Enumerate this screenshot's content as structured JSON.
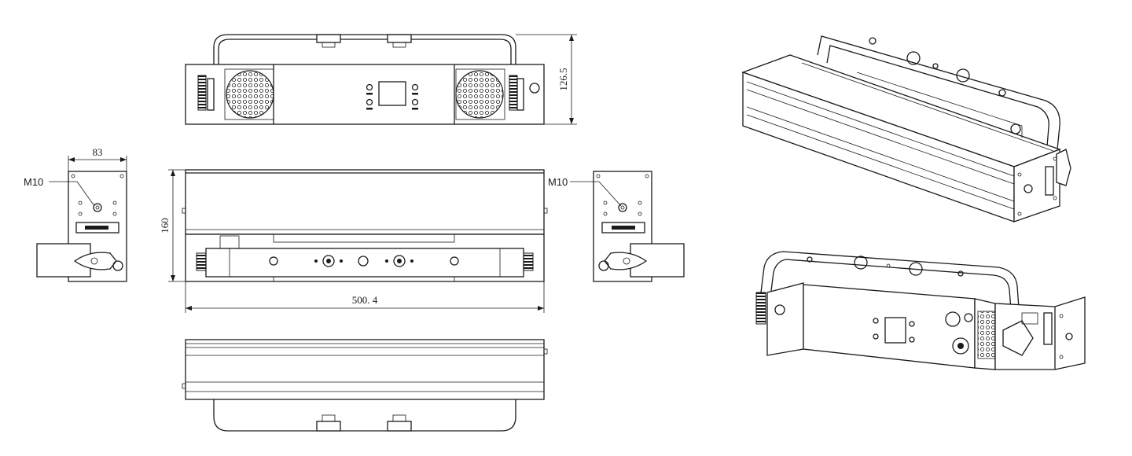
{
  "dimensions": {
    "height_top": "126.5",
    "depth_side": "83",
    "height_front": "160",
    "length_front": "500. 4"
  },
  "callouts": {
    "thread_left": "M10",
    "thread_right": "M10"
  },
  "colors": {
    "line": "#1a1a1a",
    "background": "#ffffff"
  }
}
